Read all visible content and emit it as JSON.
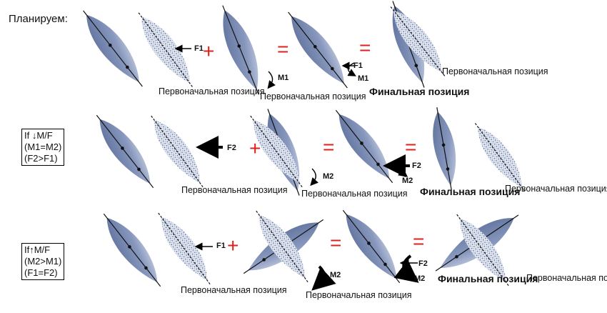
{
  "title": "Планируем:",
  "rows": [
    {
      "condition": null,
      "ops": [
        "+",
        "=",
        "="
      ],
      "force_label": "F1",
      "moment_label": "M1",
      "result_force": "F1",
      "result_moment": "M1",
      "initial_label": "Первоначальная позиция",
      "initial_label2": "Первоначальная позиция",
      "final_label": "Финальная позиция",
      "initial_label3": "Первоначальная позиция"
    },
    {
      "condition": {
        "line1": "If ↓M/F",
        "line2": "(M1=M2)",
        "line3": "(F2>F1)"
      },
      "ops": [
        "+",
        "=",
        "="
      ],
      "force_label": "F2",
      "moment_label": "M2",
      "result_force": "F2",
      "result_moment": "M2",
      "initial_label": "Первоначальная позиция",
      "initial_label2": "Первоначальная позиция",
      "final_label": "Финальная позиция",
      "initial_label3": "Первоначальная позиция"
    },
    {
      "condition": {
        "line1": "If↑M/F",
        "line2": "(M2>M1)",
        "line3": "(F1=F2)"
      },
      "ops": [
        "+",
        "=",
        "="
      ],
      "force_label": "F1",
      "moment_label": "M2",
      "result_force": "F2",
      "result_moment": "M2",
      "initial_label": "Первоначальная позиция",
      "initial_label2": "Первоначальная позиция",
      "final_label": "Финальная позиция",
      "initial_label3": "Первоначальная позиция"
    }
  ],
  "colors": {
    "leaf": "#7d8fb5",
    "leaf_dark": "#4a5f8c",
    "leaf_faded": "#b8c2d8",
    "operator": "#e0201a"
  }
}
